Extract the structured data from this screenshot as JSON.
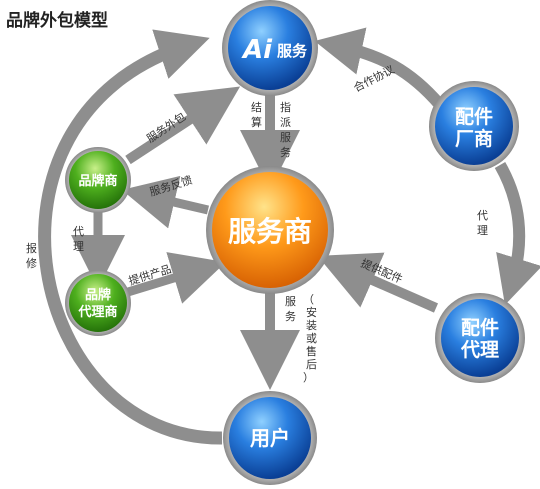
{
  "title": "品牌外包模型",
  "nodes": {
    "ai_service": {
      "logo": "Ai",
      "label": "服务"
    },
    "service_provider": "服务商",
    "brand": "品牌商",
    "brand_agent": [
      "品牌",
      "代理商"
    ],
    "parts_maker": [
      "配件",
      "厂商"
    ],
    "parts_agent": [
      "配件",
      "代理"
    ],
    "user": "用户"
  },
  "edges": {
    "service_outsource": "服务外包",
    "settlement": [
      "结",
      "算"
    ],
    "dispatch": [
      "指",
      "派",
      "服",
      "务"
    ],
    "cooperation": "合作协议",
    "feedback": "服务反馈",
    "agent_brand": [
      "代",
      "理"
    ],
    "provide_product": "提供产品",
    "agent_parts": [
      "代",
      "理"
    ],
    "provide_parts": "提供配件",
    "service": [
      "服",
      "务"
    ],
    "install_repair": [
      "（",
      "安",
      "装",
      "或",
      "售",
      "后",
      "）"
    ],
    "report_repair": [
      "报",
      "修"
    ]
  },
  "colors": {
    "blue_node": "#1f6fd0",
    "orange_node": "#f08a10",
    "green_node": "#3a9a18",
    "arrow_gray": "#8e8e8e"
  }
}
